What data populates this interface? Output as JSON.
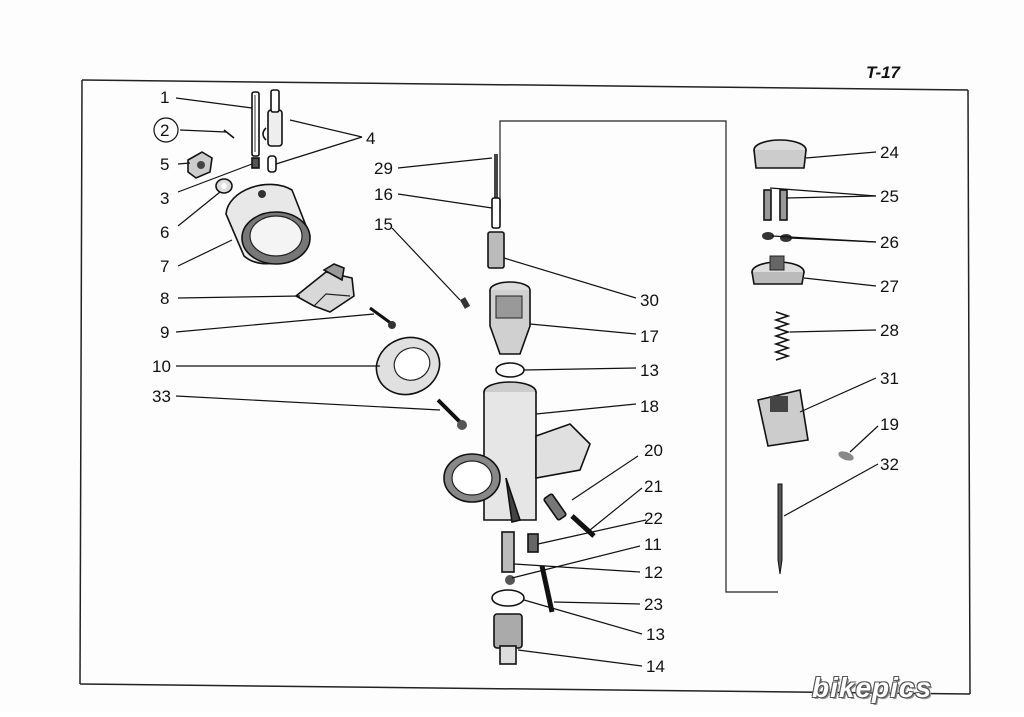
{
  "sheet_ref": "T-17",
  "watermark": "bikepics",
  "callouts": [
    "1",
    "2",
    "3",
    "4",
    "5",
    "6",
    "7",
    "8",
    "9",
    "10",
    "33",
    "29",
    "16",
    "15",
    "30",
    "17",
    "13",
    "18",
    "20",
    "21",
    "22",
    "11",
    "12",
    "23",
    "13",
    "14",
    "24",
    "25",
    "26",
    "27",
    "28",
    "31",
    "19",
    "32"
  ]
}
